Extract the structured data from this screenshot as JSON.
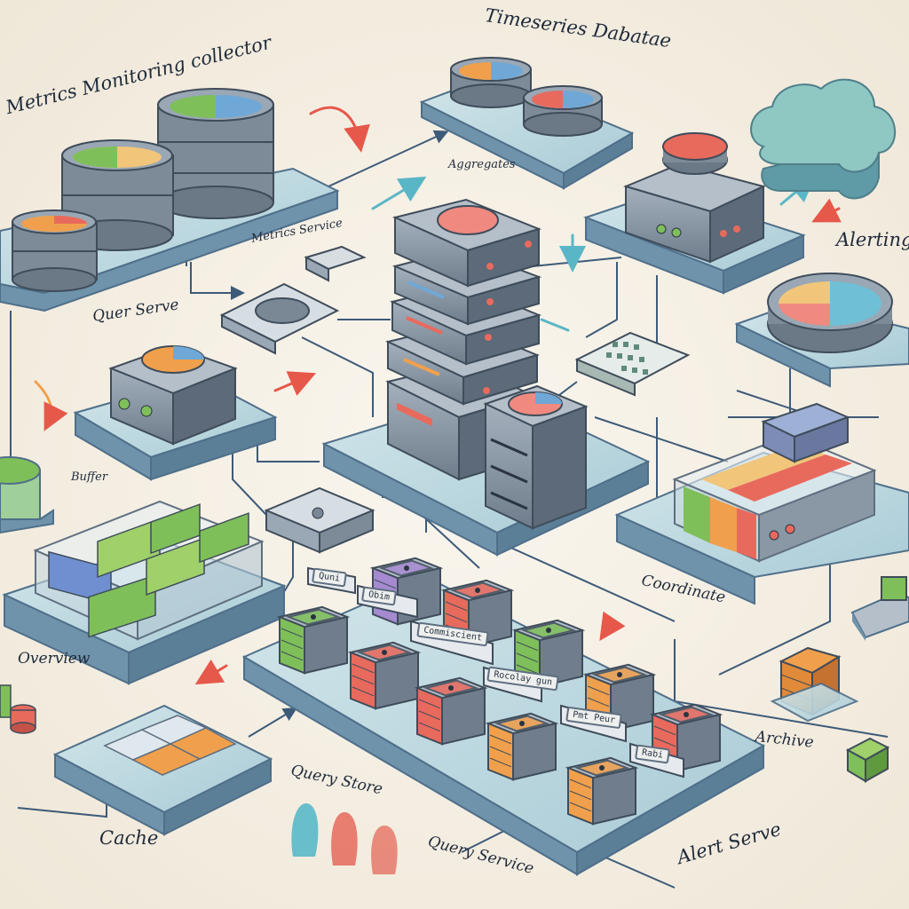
{
  "labels": {
    "metrics_collector": "Metrics Monitoring collector",
    "timeseries_db": "Timeseries Dabatae",
    "aggregates": "Aggregates",
    "metrics_service": "Metrics Service",
    "alerting": "Alerting",
    "query_serve": "Quer Serve",
    "buffer": "Buffer",
    "overview": "Overview",
    "coordinate": "Coordinate",
    "query_store": "Query Store",
    "query_service": "Query Service",
    "cache": "Cache",
    "archive": "Archive",
    "alert_serve": "Alert Serve"
  },
  "tags": [
    "Quni",
    "Obim",
    "Commiscient",
    "Rocolay gun",
    "Pmt Peur",
    "Rabi"
  ],
  "colors": {
    "paper": "#f6f1e7",
    "slab": "#9fc0cf",
    "slab_edge": "#4f6f8a",
    "server": "#8b98a6",
    "server_dark": "#4e5b6a",
    "green": "#7fbf5a",
    "blue": "#6fa8d6",
    "red": "#e86a5d",
    "orange": "#f0a04c",
    "purple": "#a58ad0",
    "arrow": "#e6584a",
    "arrow_teal": "#59b6c7"
  }
}
